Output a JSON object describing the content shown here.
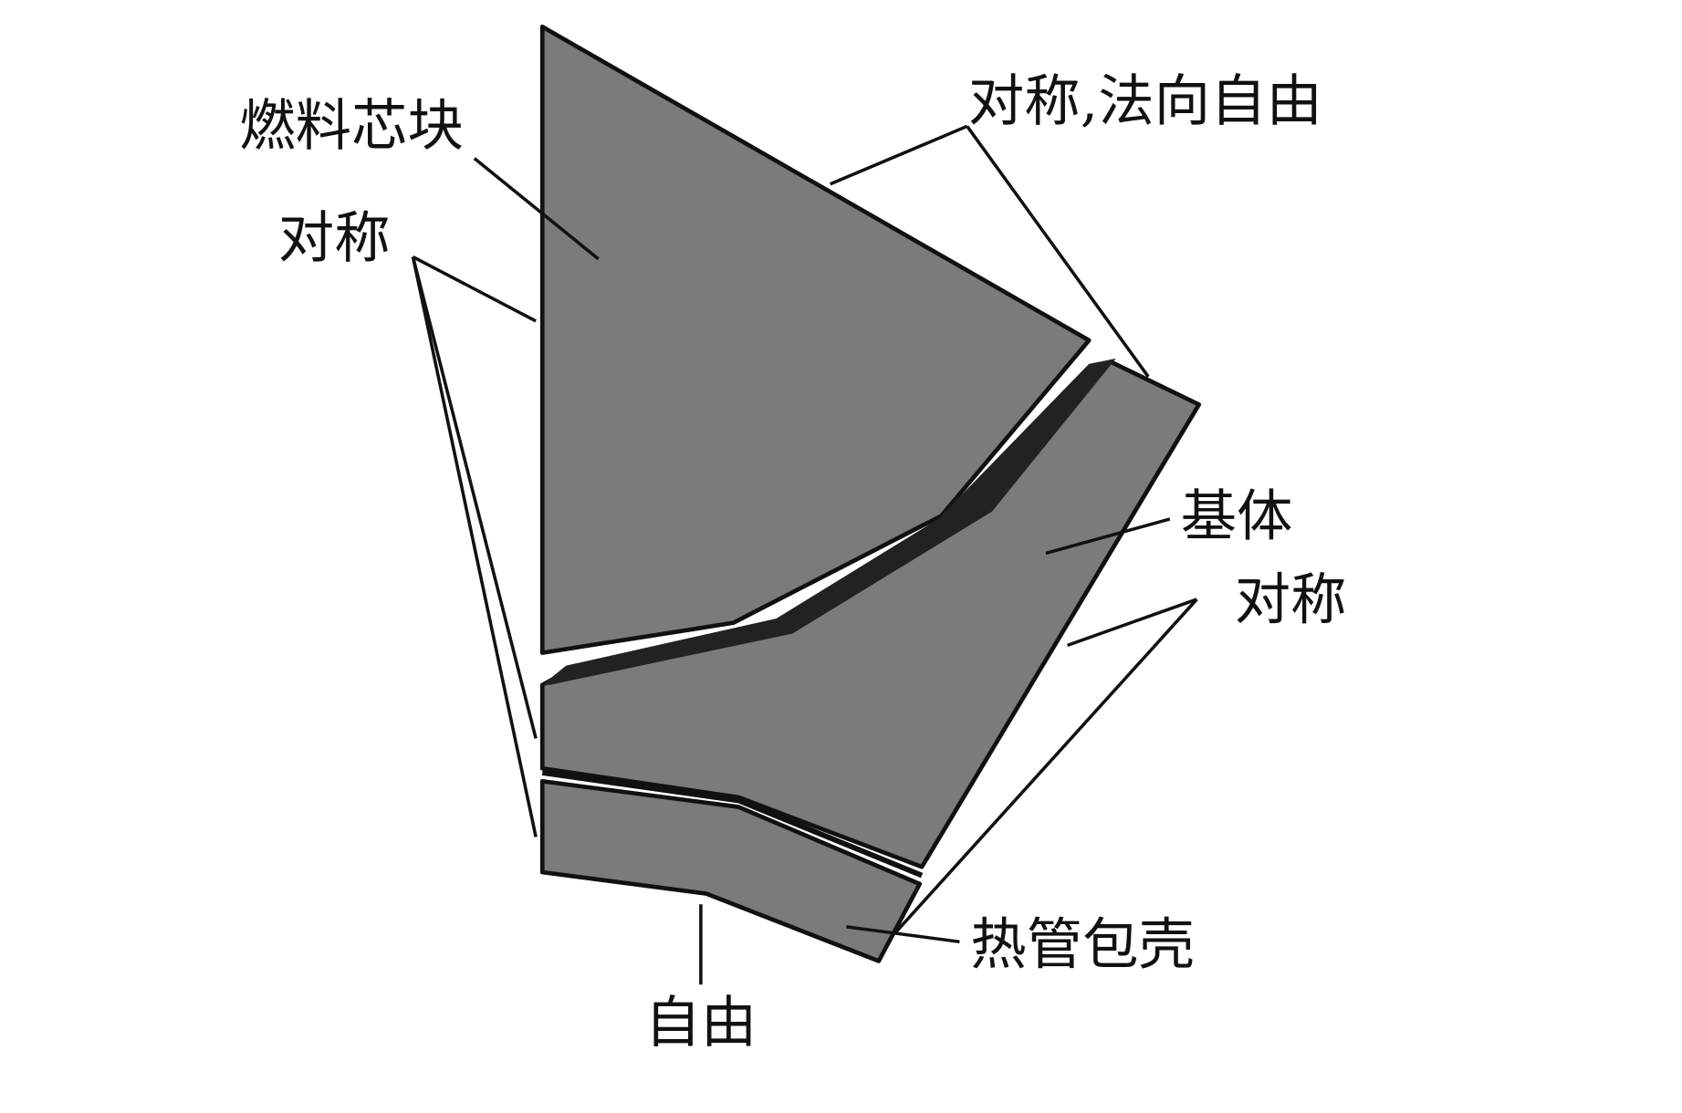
{
  "labels": {
    "fuel_pellet": "燃料芯块",
    "symmetry_left": "对称",
    "symmetry_normal_free": "对称,法向自由",
    "matrix": "基体",
    "symmetry_right": "对称",
    "heat_pipe_cladding": "热管包壳",
    "free": "自由"
  },
  "colors": {
    "part_fill": "#7b7b7b",
    "outline": "#111111"
  }
}
